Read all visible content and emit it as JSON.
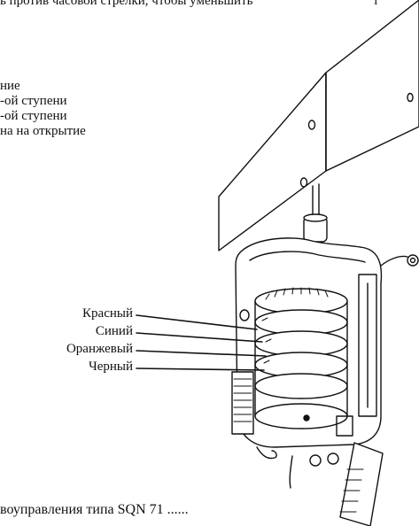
{
  "top_line": {
    "fragment_a": "ь против часовой стрелки, чтобы уменьшить",
    "fragment_b": "т"
  },
  "list_items": [
    "ние",
    "-ой ступени",
    "-ой ступени",
    "на на открытие"
  ],
  "color_labels": [
    "Красный",
    "Синий",
    "Оранжевый",
    "Черный"
  ],
  "caption": "воуправления типа SQN 71 ......",
  "figure": {
    "subject": "servo-motor-sqn71-illustration",
    "line_color": "#111111"
  }
}
